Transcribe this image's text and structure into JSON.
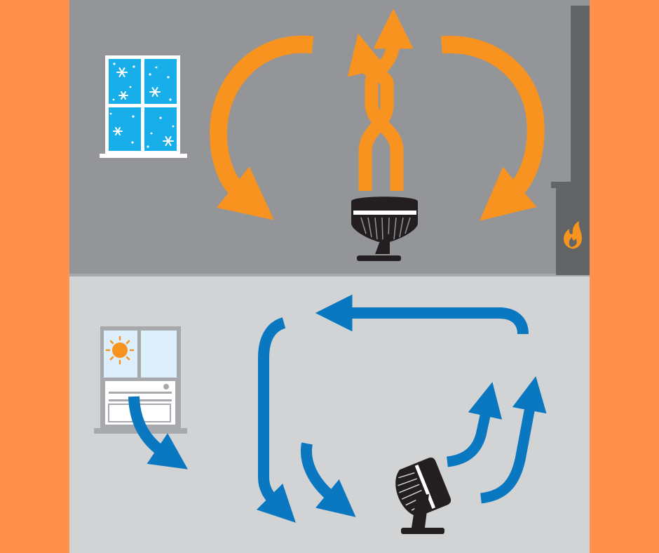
{
  "colors": {
    "frame": "#FF914D",
    "winter_room": "#939598",
    "summer_room": "#D1D3D4",
    "divider": "#A7A9AC",
    "chimney": "#636466",
    "warm_air": "#F7931E",
    "cool_air": "#0A78C0",
    "snow_window_glass": "#18AEEA",
    "summer_window_glass": "#DCEFFA",
    "window_frame": "#FFFFFF",
    "ac_frame": "#A7A9AC",
    "sun": "#F7931E",
    "fan": "#231F20",
    "flame": "#F7931E"
  },
  "scenes": [
    {
      "id": "winter",
      "icons": [
        "snowy-window-icon",
        "fireplace-icon",
        "flame-icon",
        "upward-tilted-fan-icon"
      ],
      "airflow": "warm-air-circulating-down"
    },
    {
      "id": "summer",
      "icons": [
        "sunny-window-icon",
        "window-air-conditioner-icon",
        "sun-icon",
        "angled-fan-icon"
      ],
      "airflow": "cool-air-circulating"
    }
  ]
}
